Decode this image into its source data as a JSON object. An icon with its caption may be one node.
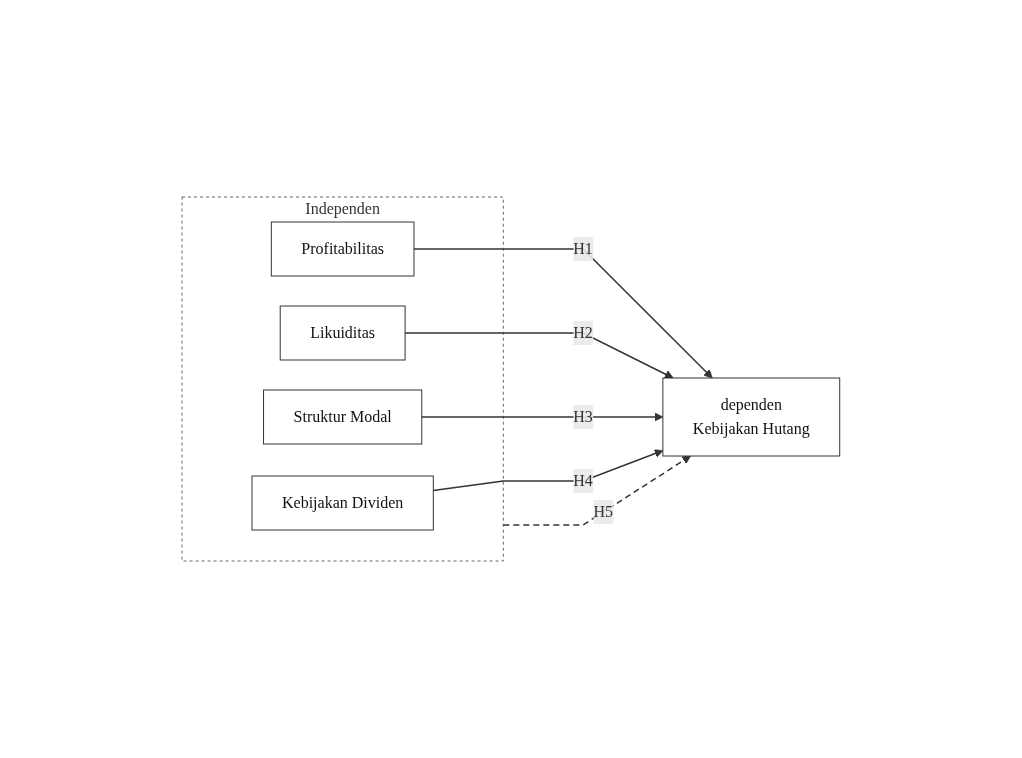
{
  "diagram": {
    "nodes": [
      {
        "text": [
          "Independen"
        ]
      },
      {
        "text": [
          "Profitabilitas"
        ],
        "in": 0
      },
      {
        "text": [
          "Likuiditas"
        ],
        "in": 0
      },
      {
        "text": [
          "Struktur Modal"
        ],
        "in": 0
      },
      {
        "text": [
          "Kebijakan Dividen"
        ],
        "in": 0
      },
      {
        "text": [
          "dependen",
          "Kebijakan Hutang"
        ]
      }
    ],
    "edges": [
      {
        "from": 1,
        "to": 5,
        "arrow": "to",
        "label": "H1"
      },
      {
        "from": 2,
        "to": 5,
        "arrow": "to",
        "label": "H2"
      },
      {
        "from": 3,
        "to": 5,
        "arrow": "to",
        "label": "H3"
      },
      {
        "from": 4,
        "to": 5,
        "arrow": "to",
        "label": "H4"
      },
      {
        "from": 0,
        "to": 5,
        "arrow": "to",
        "label": "H5",
        "style": "dashed"
      }
    ]
  }
}
